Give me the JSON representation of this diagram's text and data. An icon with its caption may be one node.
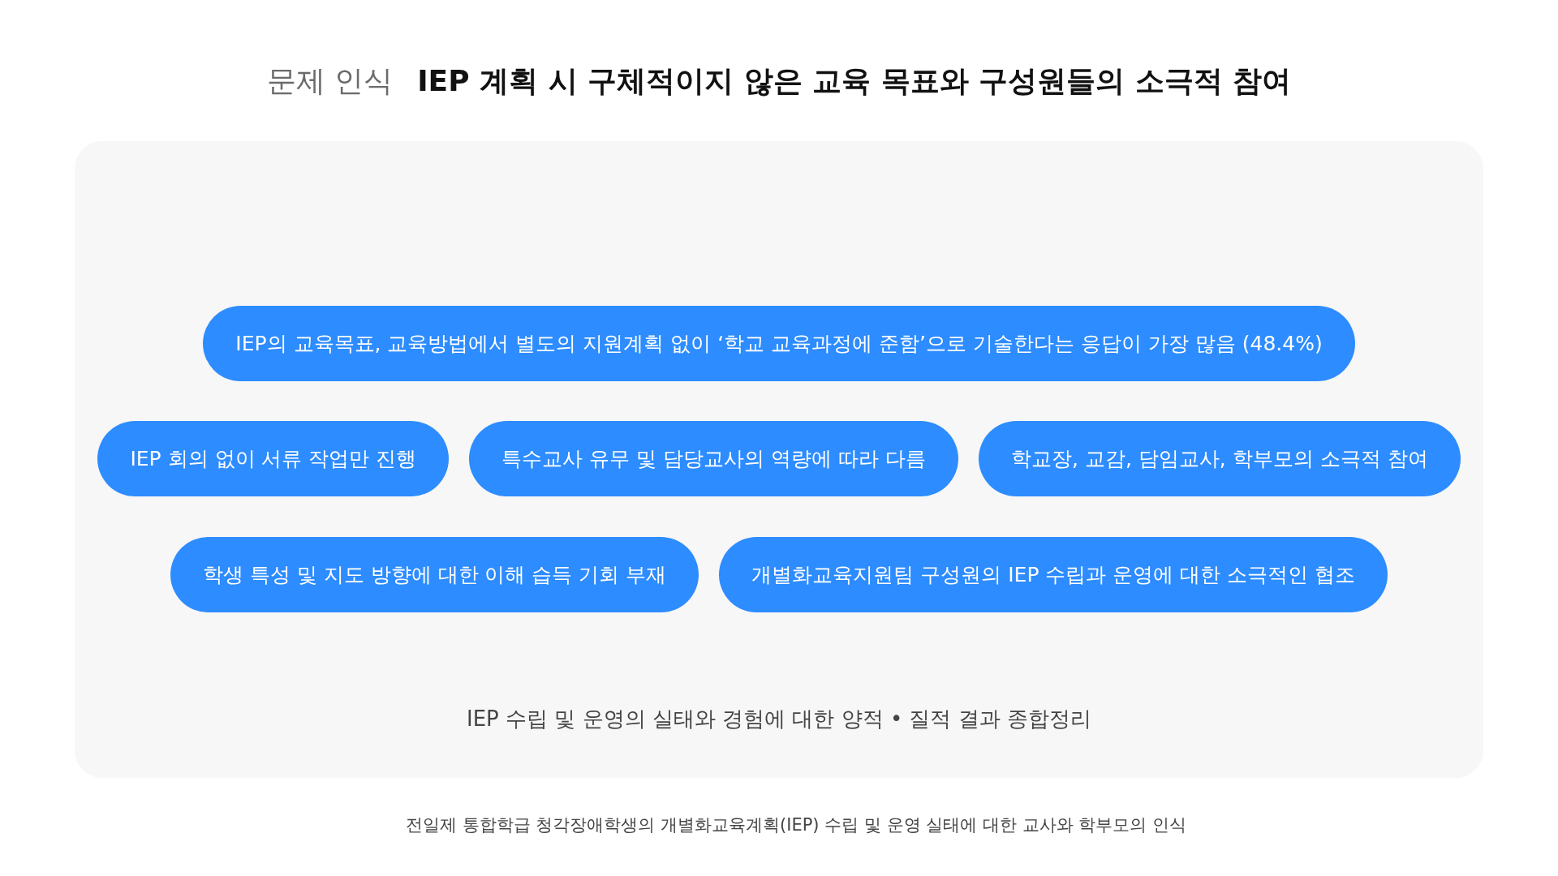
{
  "diagram": {
    "title": "IEP 계획 시 구체적이지 않은 교육 목표와 구성원들의 소극적 참여",
    "caption": "전일제 통합학급 청각장애학생의 개별화교육계획(IEP) 수립 및 운영 실태에 대한 교사와 학부모의 인식",
    "nodes": [
      {
        "text": [
          "IEP 수립 및 운영의 실태와 경험에 대한 양적 • 질적 결과 종합정리"
        ]
      },
      {
        "text": [
          "IEP의 교육목표, 교육방법에서 별도의 지원계획 없이 ‘학교 교육과정에 준함’으로 기술한다는 응답이 가장 많음 (48.4%)"
        ],
        "in": 0
      },
      {
        "text": [
          "IEP 회의 없이 서류 작업만 진행"
        ],
        "in": 0
      },
      {
        "text": [
          "특수교사 유무 및 담당교사의 역량에 따라 다름"
        ],
        "in": 0
      },
      {
        "text": [
          "학교장, 교감, 담임교사, 학부모의 소극적 참여"
        ],
        "in": 0
      },
      {
        "text": [
          "학생 특성 및 지도 방향에 대한 이해 습득 기회 부재"
        ],
        "in": 0
      },
      {
        "text": [
          "개별화교육지원팀 구성원의 IEP 수립과 운영에 대한 소극적인 협조"
        ],
        "in": 0
      }
    ],
    "labels": [
      "문제 인식"
    ]
  }
}
